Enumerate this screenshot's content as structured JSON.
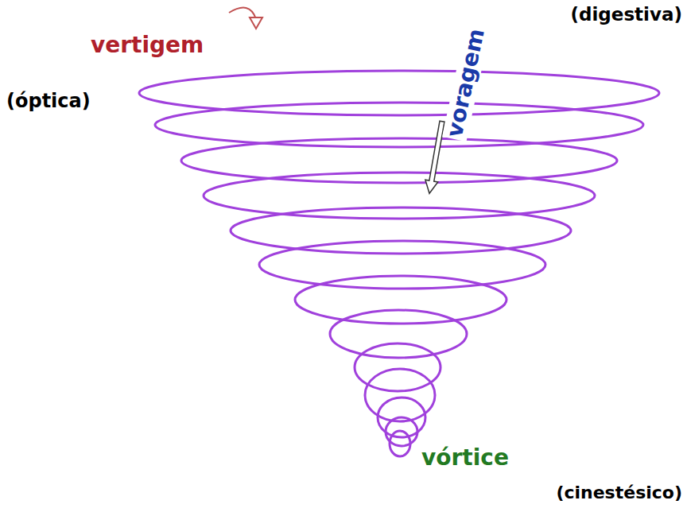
{
  "diagram": {
    "labels": [
      "vertigem",
      "voragem",
      "(digestiva)",
      "(óptica)",
      "vórtice",
      "(cinestésico)"
    ]
  }
}
